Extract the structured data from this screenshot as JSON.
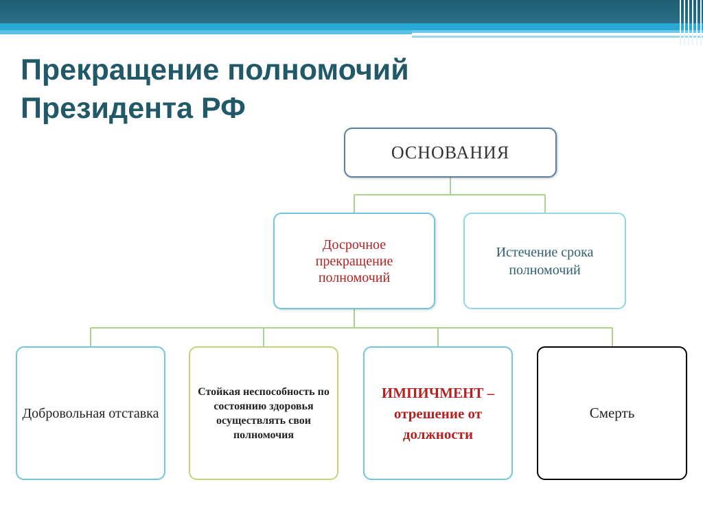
{
  "title": {
    "line1": "Прекращение полномочий",
    "line2": "Президента РФ"
  },
  "diagram": {
    "root": "ОСНОВАНИЯ",
    "early_termination": "Досрочное прекращение полномочий",
    "expiry": "Истечение срока полномочий",
    "grounds": {
      "resignation": "Добровольная отставка",
      "health": "Стойкая неспособность по состоянию здоровья осуществлять свои полномочия",
      "impeachment": "ИМПИЧМЕНТ – отрешение от должности",
      "death": "Смерть"
    }
  },
  "colors": {
    "title": "#215968",
    "red_text": "#b32222",
    "connector": "#a8d58a",
    "border_blue": "#6fc6dd"
  }
}
